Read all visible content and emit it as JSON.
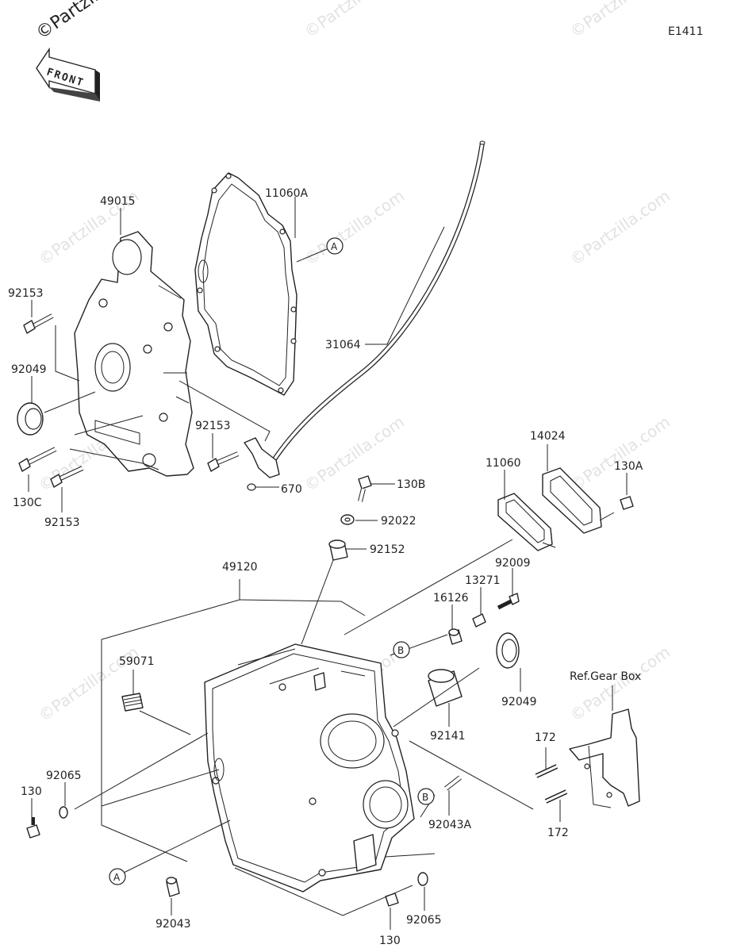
{
  "diagram_code": "E1411",
  "front_label": "FRONT",
  "watermark": "©Partzilla.com",
  "corner_watermark": "©Partzilla",
  "parts": {
    "p49015": "49015",
    "p11060A": "11060A",
    "p92153_top": "92153",
    "p92049_left": "92049",
    "p130C": "130C",
    "p92153_bottom": "92153",
    "p92153_mid": "92153",
    "p31064": "31064",
    "p670": "670",
    "p130B": "130B",
    "p92022": "92022",
    "p92152": "92152",
    "p11060": "11060",
    "p14024": "14024",
    "p130A": "130A",
    "p92009": "92009",
    "p13271": "13271",
    "p16126": "16126",
    "p49120": "49120",
    "p59071": "59071",
    "p92049_right": "92049",
    "p92141": "92141",
    "p92065_left": "92065",
    "p130_left": "130",
    "p92043A": "92043A",
    "p92043": "92043",
    "p130_bottom": "130",
    "p92065_bottom": "92065",
    "p172_top": "172",
    "p172_bottom": "172",
    "ref_gear_box": "Ref.Gear Box"
  },
  "callouts": {
    "a_top": "A",
    "a_bottom": "A",
    "b_top": "B",
    "b_bottom": "B"
  }
}
